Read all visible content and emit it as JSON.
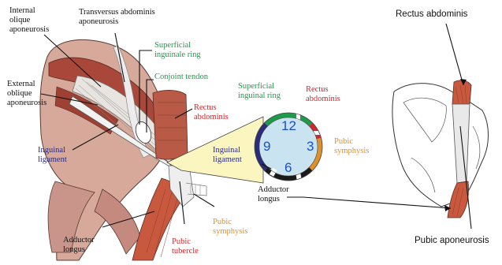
{
  "colors": {
    "black": "#111111",
    "green": "#1f9a4a",
    "red": "#d4262c",
    "orange": "#e0902a",
    "navy": "#2b2c7a",
    "clock_blue": "#1c4fc4",
    "clock_face": "#c9e3f0",
    "callout_fill": "#fbf6c0",
    "muscle": "#b5523f",
    "bone": "#dfbfae"
  },
  "labels": {
    "internal_oblique": "Internal\nolique\naponeurosis",
    "transversus": "Transversus abdominis\naponeurosis",
    "superficial_ring_left": "Superficial\ninguinale ring",
    "conjoint_tendon": "Conjoint tendon",
    "external_oblique": "External\noblique\naponeurosis",
    "rectus_left": "Rectus\nabdominis",
    "inguinal_ligament_left": "Inguinal\nligament",
    "superficial_ring_clock": "Superficial\ninguinal ring",
    "rectus_clock": "Rectus\nabdominis",
    "inguinal_ligament_clock": "Inguinal\nligament",
    "pubic_symphysis_clock": "Pubic\nsymphysis",
    "adductor_clock": "Adductor\nlongus",
    "pubic_symphysis_bottom": "Pubic\nsymphysis",
    "adductor_bottom": "Adductor\nlongus",
    "pubic_tubercle": "Pubic\ntubercle",
    "rectus_right": "Rectus abdominis",
    "pubic_aponeurosis": "Pubic aponeurosis"
  },
  "clock": {
    "n12": "12",
    "n3": "3",
    "n6": "6",
    "n9": "9"
  }
}
